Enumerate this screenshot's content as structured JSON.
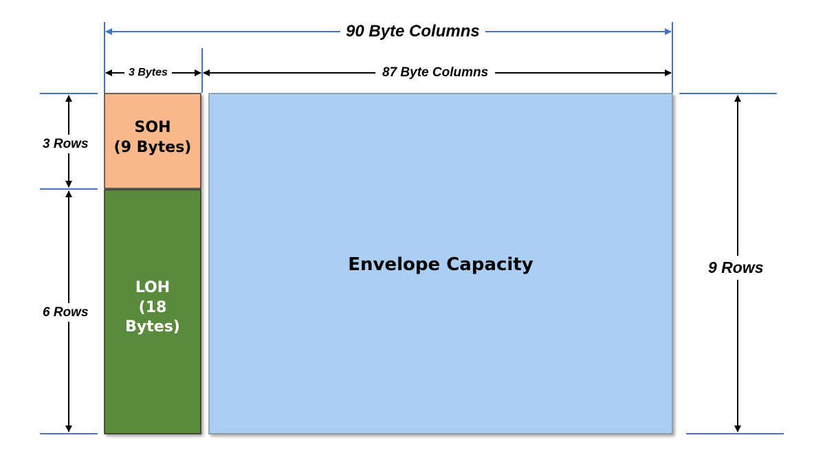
{
  "diagram": {
    "top_dimension_label": "90 Byte Columns",
    "oh_width_label": "3 Bytes",
    "payload_width_label": "87 Byte Columns",
    "soh_rows_label": "3 Rows",
    "loh_rows_label": "6 Rows",
    "total_rows_label": "9 Rows",
    "soh": {
      "line1": "SOH",
      "line2": "(9 Bytes)"
    },
    "loh": {
      "line1": "LOH",
      "line2": "(18",
      "line3": "Bytes)"
    },
    "payload_label": "Envelope Capacity",
    "colors": {
      "soh_fill": "#f8b88b",
      "loh_fill": "#5a8a3a",
      "payload_fill": "#aacff3",
      "dimension_line": "#4472c4"
    }
  }
}
